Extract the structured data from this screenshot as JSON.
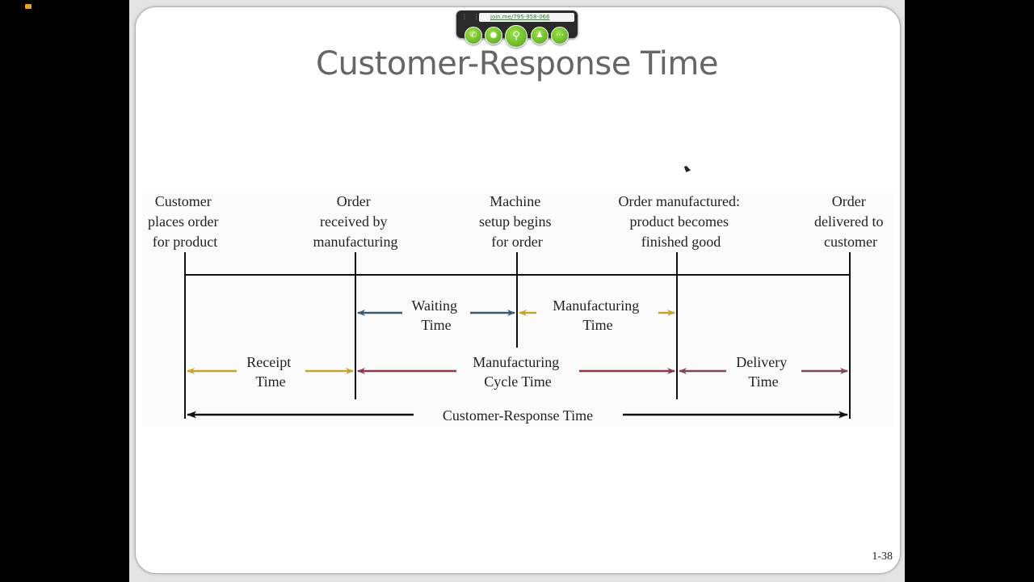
{
  "slide": {
    "title": "Customer-Response Time",
    "page_number": "1-38"
  },
  "toolbar": {
    "url": "join.me/795-958-066",
    "buttons": [
      "phone-icon",
      "chat-icon",
      "zoom-icon",
      "participants-icon",
      "more-icon"
    ]
  },
  "diagram": {
    "milestones": [
      [
        "Customer",
        "places order",
        "for product"
      ],
      [
        "Order",
        "received by",
        "manufacturing"
      ],
      [
        "Machine",
        "setup begins",
        "for order"
      ],
      [
        "Order manufactured:",
        "product becomes",
        "finished good"
      ],
      [
        "Order",
        "delivered to",
        "customer"
      ]
    ],
    "intervals": {
      "waiting": [
        "Waiting",
        "Time"
      ],
      "manufacturing": [
        "Manufacturing",
        "Time"
      ],
      "receipt": [
        "Receipt",
        "Time"
      ],
      "manufacturing_cycle": [
        "Manufacturing",
        "Cycle Time"
      ],
      "delivery": [
        "Delivery",
        "Time"
      ],
      "customer_response": "Customer-Response Time"
    },
    "colors": {
      "blue": "#3a5a74",
      "gold": "#c9a22e",
      "maroon": "#8b3a4c",
      "dark_rose": "#7a4a56",
      "black": "#111111"
    }
  }
}
